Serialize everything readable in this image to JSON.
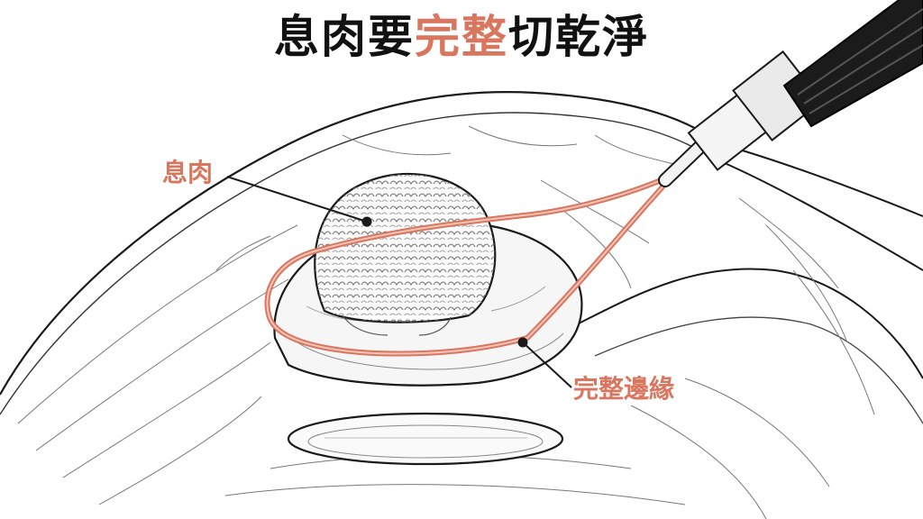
{
  "title": {
    "part1": "息肉要",
    "highlight": "完整",
    "part2": "切乾淨"
  },
  "labels": {
    "polyp": "息肉",
    "complete_margin": "完整邊緣"
  },
  "colors": {
    "accent": "#d9765f",
    "ink": "#111111",
    "snare_wire": "#d9765f"
  }
}
